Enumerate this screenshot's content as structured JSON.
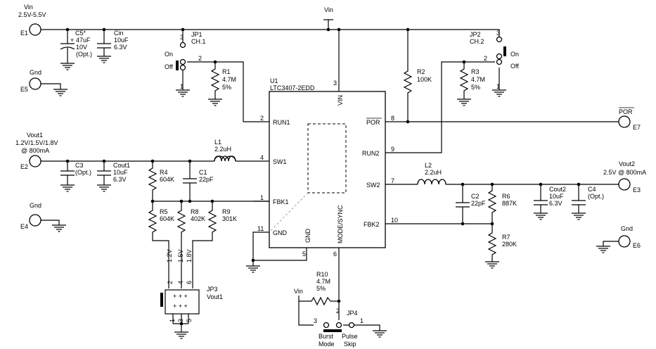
{
  "terminals": {
    "e1": {
      "id": "E1",
      "label1": "Vin",
      "label2": "2.5V-5.5V"
    },
    "e5": {
      "id": "E5",
      "label1": "Gnd"
    },
    "e2": {
      "id": "E2",
      "label1": "Vout1",
      "label2": "1.2V/1.5V/1.8V",
      "label3": "@ 800mA"
    },
    "e4": {
      "id": "E4",
      "label1": "Gnd"
    },
    "e7": {
      "id": "E7",
      "label1": "POR"
    },
    "e3": {
      "id": "E3",
      "label1": "Vout2",
      "label2": "2.5V @ 800mA"
    },
    "e6": {
      "id": "E6",
      "label1": "Gnd"
    }
  },
  "vin_top": "Vin",
  "ic": {
    "ref": "U1",
    "part": "LTC3407-2EDD",
    "pins": {
      "run1": {
        "name": "RUN1",
        "num": "2"
      },
      "sw1": {
        "name": "SW1",
        "num": "4"
      },
      "fbk1": {
        "name": "FBK1",
        "num": "1"
      },
      "gnd": {
        "name": "GND",
        "num": "11"
      },
      "vin": {
        "name": "VIN",
        "num": "3"
      },
      "gnd_bottom": {
        "name": "GND",
        "num": "5"
      },
      "mode": {
        "name": "MODE/SYNC",
        "num": "6"
      },
      "por": {
        "name": "POR",
        "num": "8"
      },
      "run2": {
        "name": "RUN2",
        "num": "9"
      },
      "sw2": {
        "name": "SW2",
        "num": "7"
      },
      "fbk2": {
        "name": "FBK2",
        "num": "10"
      }
    }
  },
  "components": {
    "c5": {
      "ref": "C5*",
      "v1": "47uF",
      "v2": "10V",
      "v3": "(Opt.)",
      "plus": "+"
    },
    "cin": {
      "ref": "Cin",
      "v1": "10uF",
      "v2": "6.3V"
    },
    "c3": {
      "ref": "C3",
      "v1": "(Opt.)"
    },
    "cout1": {
      "ref": "Cout1",
      "v1": "10uF",
      "v2": "6.3V"
    },
    "r4": {
      "ref": "R4",
      "v1": "604K"
    },
    "c1": {
      "ref": "C1",
      "v1": "22pF"
    },
    "l1": {
      "ref": "L1",
      "v1": "2.2uH"
    },
    "r5": {
      "ref": "R5",
      "v1": "604K"
    },
    "r8": {
      "ref": "R8",
      "v1": "402K"
    },
    "r9": {
      "ref": "R9",
      "v1": "301K"
    },
    "r1": {
      "ref": "R1",
      "v1": "4.7M",
      "v2": "5%"
    },
    "r2": {
      "ref": "R2",
      "v1": "100K"
    },
    "r3": {
      "ref": "R3",
      "v1": "4.7M",
      "v2": "5%"
    },
    "l2": {
      "ref": "L2",
      "v1": "2.2uH"
    },
    "c2": {
      "ref": "C2",
      "v1": "22pF"
    },
    "r6": {
      "ref": "R6",
      "v1": "887K"
    },
    "r7": {
      "ref": "R7",
      "v1": "280K"
    },
    "cout2": {
      "ref": "Cout2",
      "v1": "10uF",
      "v2": "6.3V"
    },
    "c4": {
      "ref": "C4",
      "v1": "(Opt.)"
    },
    "r10": {
      "ref": "R10",
      "v1": "4.7M",
      "v2": "5%"
    }
  },
  "jumpers": {
    "jp1": {
      "ref": "JP1",
      "desc": "CH.1",
      "on": "On",
      "off": "Off",
      "p1": "1",
      "p2": "2",
      "p3": "3"
    },
    "jp2": {
      "ref": "JP2",
      "desc": "CH.2",
      "on": "On",
      "off": "Off",
      "p1": "1",
      "p2": "2",
      "p3": "3"
    },
    "jp3": {
      "ref": "JP3",
      "desc": "Vout1",
      "v12": "1.2V",
      "v15": "1.5V",
      "v18": "1.8V",
      "p1": "1",
      "p2": "2",
      "p3": "3",
      "p4": "4",
      "p5": "5",
      "p6": "6"
    },
    "jp4": {
      "ref": "JP4",
      "left": "Burst",
      "left2": "Mode",
      "right": "Pulse",
      "right2": "Skip",
      "p1": "1",
      "p2": "2",
      "p3": "3",
      "vin": "Vin"
    }
  }
}
